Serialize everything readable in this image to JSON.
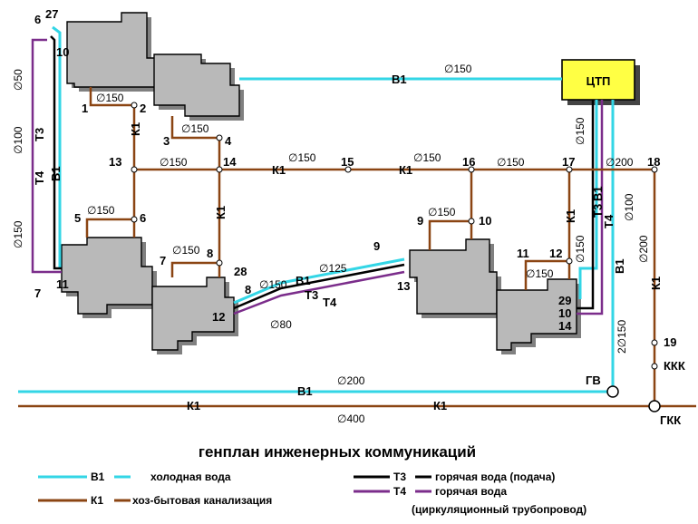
{
  "colors": {
    "cold_water": "#33d6e6",
    "sewer": "#8b4513",
    "hot_supply": "#000000",
    "hot_return": "#7b2d8b",
    "ctp_fill": "#ffff44",
    "building": "#b9b9b9"
  },
  "title": "генплан инженерных коммуникаций",
  "ctp": "ЦТП",
  "legend": {
    "cold_code": "В1",
    "cold_desc": "холодная вода",
    "sewer_code": "К1",
    "sewer_desc": "хоз-бытовая канализация",
    "hot_supply_code": "Т3",
    "hot_supply_desc": "горячая вода (подача)",
    "hot_return_code": "Т4",
    "hot_return_desc": "горячая вода",
    "hot_return_desc2": "(циркуляционный трубопровод)"
  },
  "codes": {
    "v1": "В1",
    "k1": "К1",
    "t3": "Т3",
    "t4": "Т4",
    "gv": "ГВ",
    "gkk": "ГКК",
    "kkk": "ККК"
  },
  "dims": {
    "d50": "∅50",
    "d80": "∅80",
    "d100": "∅100",
    "d125": "∅125",
    "d150": "∅150",
    "d200": "∅200",
    "d400": "∅400",
    "d2x150": "2∅150"
  },
  "nodes": [
    "1",
    "2",
    "3",
    "4",
    "5",
    "6",
    "7",
    "8",
    "9",
    "10",
    "11",
    "12",
    "13",
    "14",
    "15",
    "16",
    "17",
    "18",
    "19",
    "27",
    "28",
    "29"
  ]
}
